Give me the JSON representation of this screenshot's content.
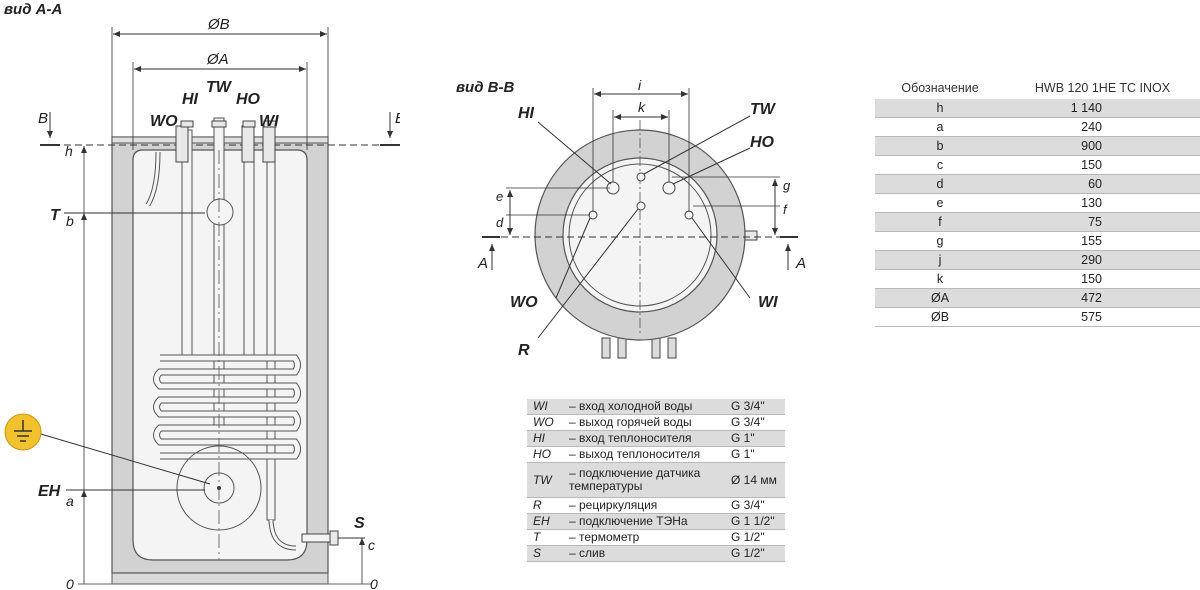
{
  "views": {
    "side_title": "вид A-A",
    "top_title": "вид B-B"
  },
  "side_view": {
    "dim_outer": "ØB",
    "dim_inner": "ØA",
    "section_B": "B",
    "conn": {
      "wo": "WO",
      "hi": "HI",
      "tw": "TW",
      "ho": "HO",
      "wi": "WI"
    },
    "marks": {
      "t": "T",
      "eh": "EH",
      "s": "S"
    },
    "heights": {
      "h": "h",
      "b": "b",
      "a": "a",
      "zero": "0",
      "c": "c"
    }
  },
  "top_view": {
    "dim_i": "i",
    "dim_k": "k",
    "labels": {
      "hi": "HI",
      "tw": "TW",
      "ho": "HO",
      "wo": "WO",
      "wi": "WI",
      "r": "R"
    },
    "dims": {
      "e": "e",
      "d": "d",
      "g": "g",
      "f": "f"
    },
    "section_A": "A"
  },
  "spec_table": {
    "header": [
      "Обозначение",
      "HWB 120 1HE TC INOX"
    ],
    "rows": [
      [
        "h",
        "1 140"
      ],
      [
        "a",
        "240"
      ],
      [
        "b",
        "900"
      ],
      [
        "c",
        "150"
      ],
      [
        "d",
        "60"
      ],
      [
        "e",
        "130"
      ],
      [
        "f",
        "75"
      ],
      [
        "g",
        "155"
      ],
      [
        "j",
        "290"
      ],
      [
        "k",
        "150"
      ],
      [
        "ØA",
        "472"
      ],
      [
        "ØB",
        "575"
      ]
    ]
  },
  "legend_table": {
    "rows": [
      [
        "WI",
        "– вход холодной воды",
        "G 3/4\""
      ],
      [
        "WO",
        "– выход горячей воды",
        "G 3/4\""
      ],
      [
        "HI",
        "– вход теплоносителя",
        "G 1\""
      ],
      [
        "HO",
        "– выход теплоносителя",
        "G 1\""
      ],
      [
        "TW",
        "– подключение датчика температуры",
        "Ø 14 мм"
      ],
      [
        "R",
        "– рециркуляция",
        "G 3/4\""
      ],
      [
        "EH",
        "– подключение ТЭНа",
        "G 1 1/2\""
      ],
      [
        "T",
        "– термометр",
        "G 1/2\""
      ],
      [
        "S",
        "– слив",
        "G 1/2\""
      ]
    ]
  },
  "colors": {
    "insulation": "#d2d2d2",
    "tank": "#f4f4f4",
    "line": "#333333",
    "ground_symbol": "#f2c12e"
  },
  "icons": [
    "ground-symbol-icon"
  ]
}
